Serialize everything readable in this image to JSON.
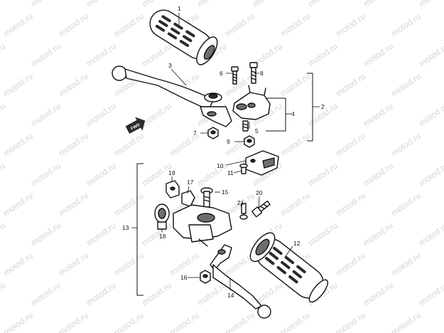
{
  "watermark": {
    "text": "motod.ru"
  },
  "direction_marker": {
    "label": "FWD"
  },
  "callouts": {
    "c1": "1",
    "c2": "2",
    "c3": "3",
    "c4": "4",
    "c5": "5",
    "c6": "6",
    "c7": "7",
    "c8": "8",
    "c9": "9",
    "c10": "10",
    "c11": "11",
    "c12": "12",
    "c13": "13",
    "c14": "14",
    "c15": "15",
    "c16": "16",
    "c17": "17",
    "c18": "18",
    "c19": "19",
    "c20": "20",
    "c21": "21"
  }
}
